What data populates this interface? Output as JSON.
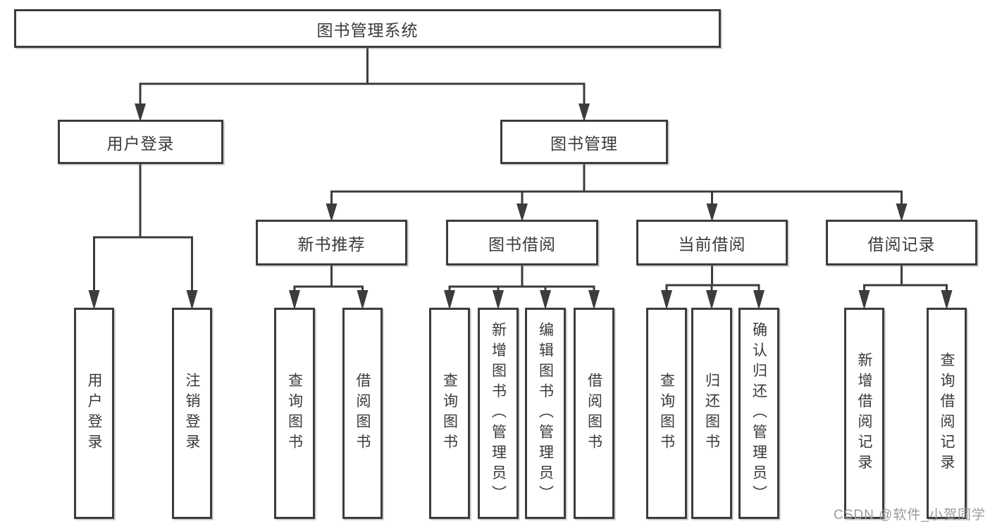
{
  "diagram": {
    "title": "图书管理系统",
    "root": {
      "label": "图书管理系统"
    },
    "level2": [
      {
        "id": "user-login",
        "label": "用户登录"
      },
      {
        "id": "book-management",
        "label": "图书管理"
      }
    ],
    "level3": [
      {
        "id": "new-book-recommend",
        "label": "新书推荐"
      },
      {
        "id": "book-borrow",
        "label": "图书借阅"
      },
      {
        "id": "current-borrow",
        "label": "当前借阅"
      },
      {
        "id": "borrow-records",
        "label": "借阅记录"
      }
    ],
    "leaves": [
      {
        "id": "user-login",
        "label": "用户登录",
        "parent": "用户登录"
      },
      {
        "id": "logout",
        "label": "注销登录",
        "parent": "用户登录"
      },
      {
        "id": "query-books-recommend",
        "label": "查询图书",
        "parent": "新书推荐"
      },
      {
        "id": "borrow-books-recommend",
        "label": "借阅图书",
        "parent": "新书推荐"
      },
      {
        "id": "query-books-borrow",
        "label": "查询图书",
        "parent": "图书借阅"
      },
      {
        "id": "add-books-admin",
        "label": "新增图书（管理员）",
        "parent": "图书借阅"
      },
      {
        "id": "edit-books-admin",
        "label": "编辑图书（管理员）",
        "parent": "图书借阅"
      },
      {
        "id": "borrow-books",
        "label": "借阅图书",
        "parent": "图书借阅"
      },
      {
        "id": "query-books-current",
        "label": "查询图书",
        "parent": "当前借阅"
      },
      {
        "id": "return-books",
        "label": "归还图书",
        "parent": "当前借阅"
      },
      {
        "id": "confirm-return-admin",
        "label": "确认归还（管理员）",
        "parent": "当前借阅"
      },
      {
        "id": "add-borrow-record",
        "label": "新增借阅记录",
        "parent": "借阅记录"
      },
      {
        "id": "query-borrow-record",
        "label": "查询借阅记录",
        "parent": "借阅记录"
      }
    ]
  },
  "watermark": {
    "text": "CSDN @软件_小贺同学"
  },
  "colors": {
    "line": "#3c3c3c",
    "text": "#3a3a3a",
    "box_fill": "#ffffff",
    "background": "#ffffff",
    "watermark": "#9b9b9b"
  }
}
